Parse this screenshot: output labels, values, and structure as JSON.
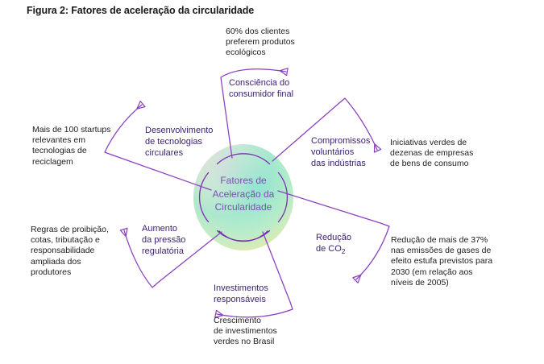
{
  "figure": {
    "title": "Figura 2: Fatores de aceleração da circularidade",
    "center_label": "Fatores de\nAceleração da\nCircularidade"
  },
  "colors": {
    "arrow": "#8A3FBF",
    "factor_text": "#3a1f6e",
    "note_text": "#1c1c1c",
    "center_text": "#7a4fae",
    "title_text": "#1a1a1a",
    "circle_gradient_start": "#e9cfe8",
    "circle_gradient_mid": "#8fe3cf",
    "circle_gradient_end": "#e8e9a8",
    "background": "#ffffff"
  },
  "factors": [
    {
      "id": "consciencia-consumidor-final",
      "label": "Consciência do\nconsumidor final",
      "note": "60% dos clientes\npreferem produtos\necológicos"
    },
    {
      "id": "compromissos-voluntarios-industrias",
      "label": "Compromissos\nvoluntários\ndas indústrias",
      "note": "Iniciativas verdes de\ndezenas de empresas\nde bens de consumo"
    },
    {
      "id": "reducao-de-co2",
      "label_prefix": "Redução\nde CO",
      "label_sub": "2",
      "note": "Redução de mais de 37%\nnas emissões de gases de\nefeito estufa previstos para\n2030 (em relação aos\nníveis de 2005)"
    },
    {
      "id": "investimentos-responsaveis",
      "label": "Investimentos\nresponsáveis",
      "note": "Crescimento\nde investimentos\nverdes no Brasil"
    },
    {
      "id": "aumento-pressao-regulatoria",
      "label": "Aumento\nda pressão\nregulatória",
      "note": "Regras de proibição,\ncotas, tributação e\nresponsabilidade\nampliada dos\nprodutores"
    },
    {
      "id": "desenvolvimento-tecnologias-circulares",
      "label": "Desenvolvimento\nde tecnologias\ncirculares",
      "note": "Mais de 100 startups\nrelevantes em\ntecnologias de\nreciclagem"
    }
  ]
}
